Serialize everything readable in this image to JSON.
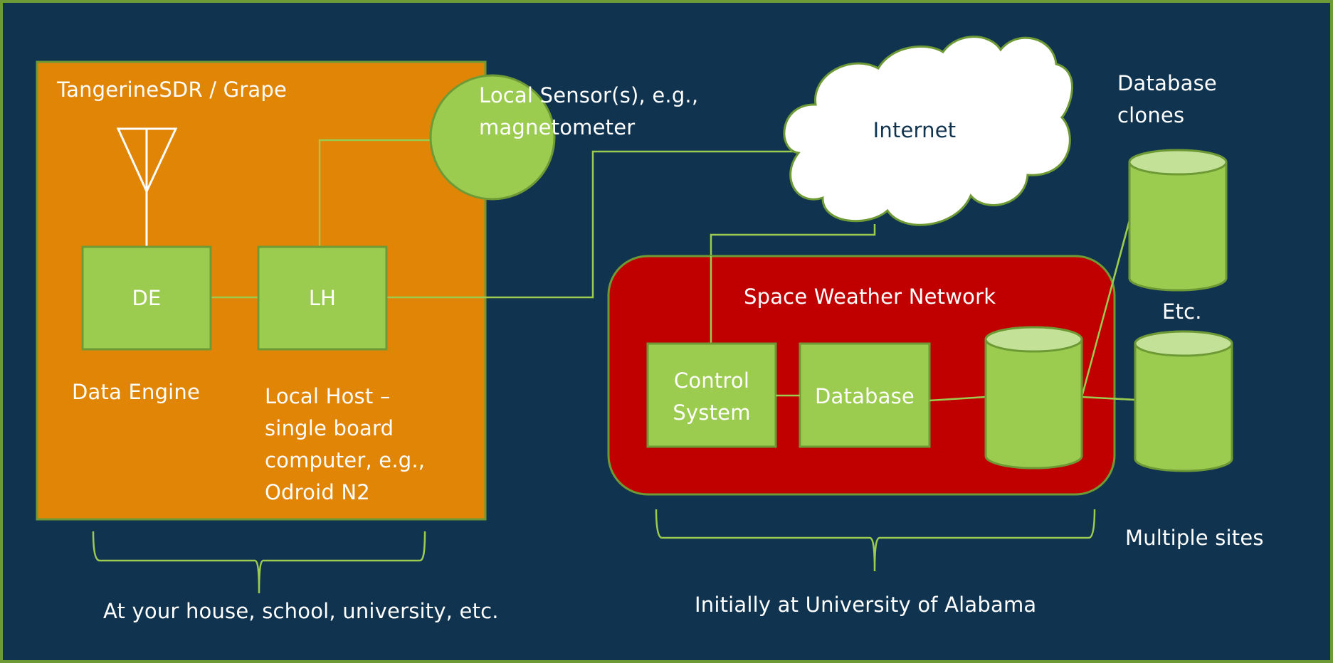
{
  "diagram": {
    "colors": {
      "background": "#10344f",
      "frame_border": "#6e9a36",
      "device_box": "#e08505",
      "network_box": "#c00000",
      "node_fill": "#9bcc4f",
      "node_border": "#6e9a36",
      "cylinder_top": "#c3e297",
      "connector": "#9bcc4f",
      "cloud_fill": "#ffffff",
      "text": "#ffffff",
      "cloud_text": "#10344f"
    },
    "station": {
      "title": "TangerineSDR / Grape",
      "antenna_icon": "antenna-icon",
      "de_label": "DE",
      "lh_label": "LH",
      "de_caption": "Data Engine",
      "lh_caption_lines": [
        "Local Host –",
        "single board",
        "computer, e.g.,",
        "Odroid N2"
      ],
      "sensor_lines": [
        "Local Sensor(s), e.g.,",
        "magnetometer"
      ],
      "brace_caption": "At your house, school, university, etc."
    },
    "internet": {
      "label": "Internet",
      "icon": "cloud-icon"
    },
    "network": {
      "title": "Space Weather Network",
      "control_lines": [
        "Control",
        "System"
      ],
      "database_label": "Database",
      "storage_icon": "database-cylinder-icon",
      "brace_caption": "Initially at University of Alabama"
    },
    "clones": {
      "title_lines": [
        "Database",
        "clones"
      ],
      "etc_label": "Etc.",
      "caption": "Multiple sites",
      "count": 2
    }
  }
}
